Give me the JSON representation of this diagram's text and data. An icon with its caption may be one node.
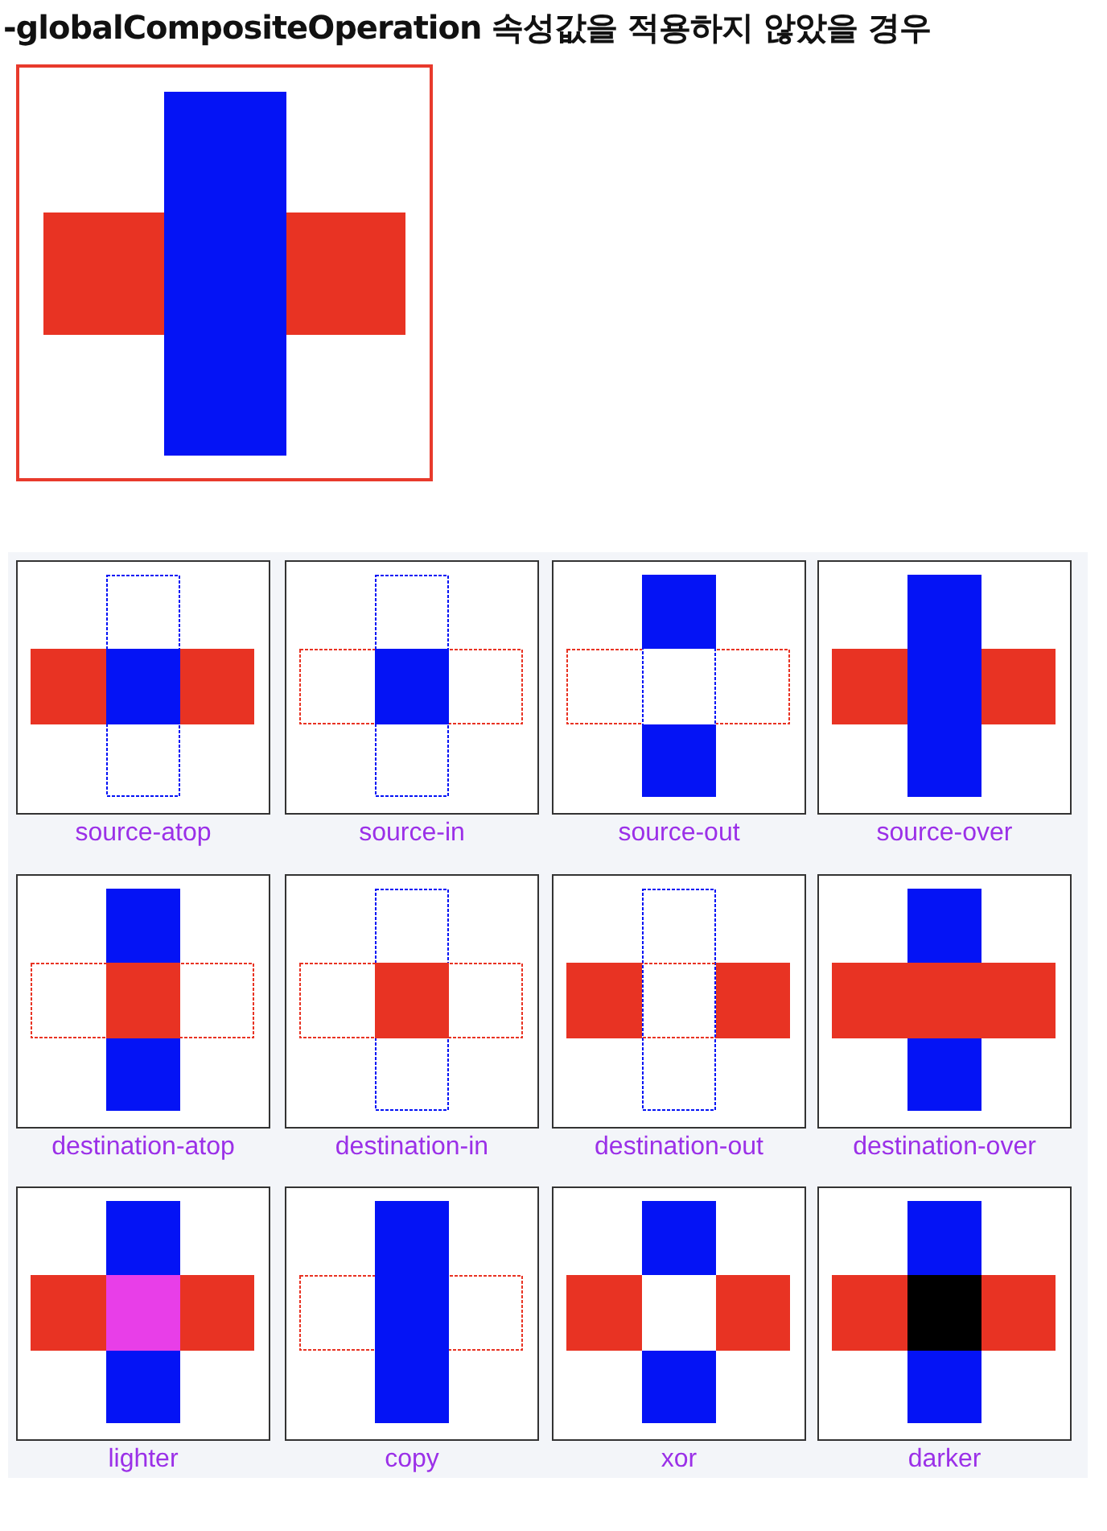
{
  "diagram": {
    "title": "-globalCompositeOperation 속성값을 적용하지 않았을 경우",
    "labels": [
      "source-atop",
      "source-in",
      "source-out",
      "source-over",
      "destination-atop",
      "destination-in",
      "destination-out",
      "destination-over",
      "lighter",
      "copy",
      "xor",
      "darker"
    ]
  }
}
